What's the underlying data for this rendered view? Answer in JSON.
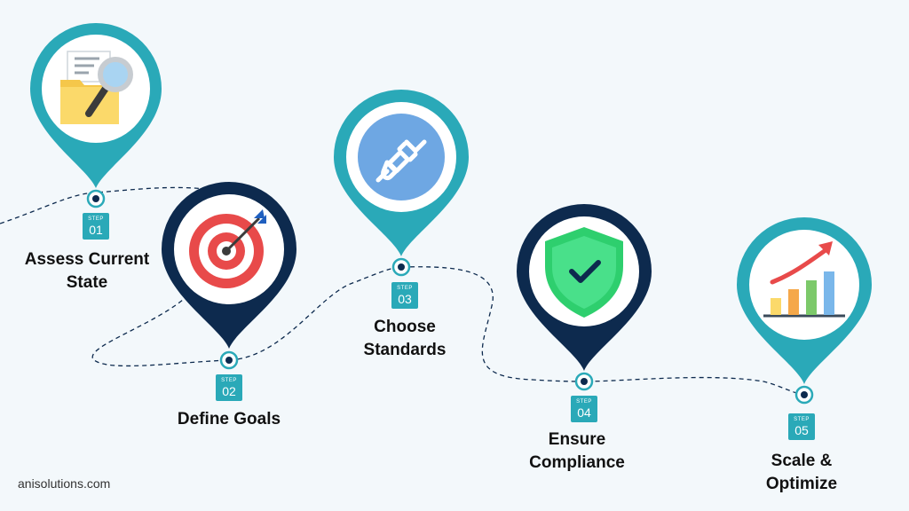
{
  "steps": [
    {
      "step_word": "STEP",
      "number": "01",
      "title_line1": "Assess Current",
      "title_line2": "State",
      "pin_color": "#2aa9b8",
      "icon": "folder-magnifier-icon"
    },
    {
      "step_word": "STEP",
      "number": "02",
      "title_line1": "Define Goals",
      "title_line2": "",
      "pin_color": "#0d2a4e",
      "icon": "target-arrow-icon"
    },
    {
      "step_word": "STEP",
      "number": "03",
      "title_line1": "Choose",
      "title_line2": "Standards",
      "pin_color": "#2aa9b8",
      "icon": "plug-connector-icon"
    },
    {
      "step_word": "STEP",
      "number": "04",
      "title_line1": "Ensure",
      "title_line2": "Compliance",
      "pin_color": "#0d2a4e",
      "icon": "shield-check-icon"
    },
    {
      "step_word": "STEP",
      "number": "05",
      "title_line1": "Scale &",
      "title_line2": "Optimize",
      "pin_color": "#2aa9b8",
      "icon": "growth-chart-icon"
    }
  ],
  "footer": {
    "brand": "anisolutions.com"
  }
}
